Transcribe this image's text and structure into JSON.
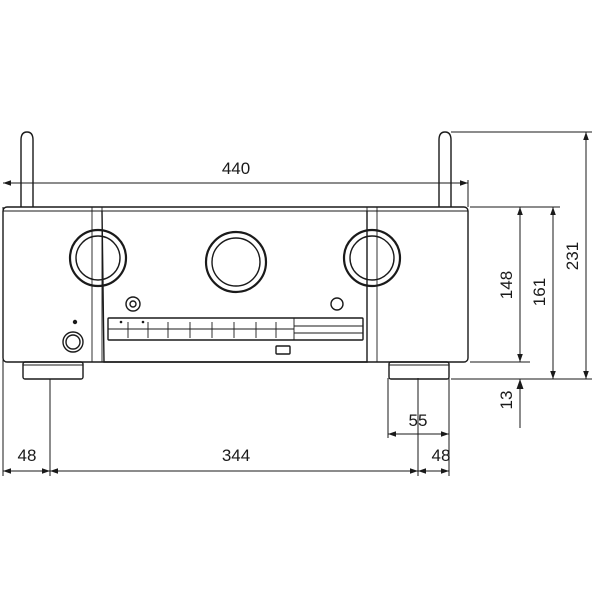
{
  "dimensions": {
    "total_width": "440",
    "body_height": "148",
    "height_with_feet": "161",
    "height_with_antenna": "231",
    "foot_height": "13",
    "foot_width": "55",
    "left_offset": "48",
    "foot_spacing": "344",
    "right_offset": "48"
  },
  "colors": {
    "stroke": "#1a1a1a",
    "background": "#ffffff"
  }
}
